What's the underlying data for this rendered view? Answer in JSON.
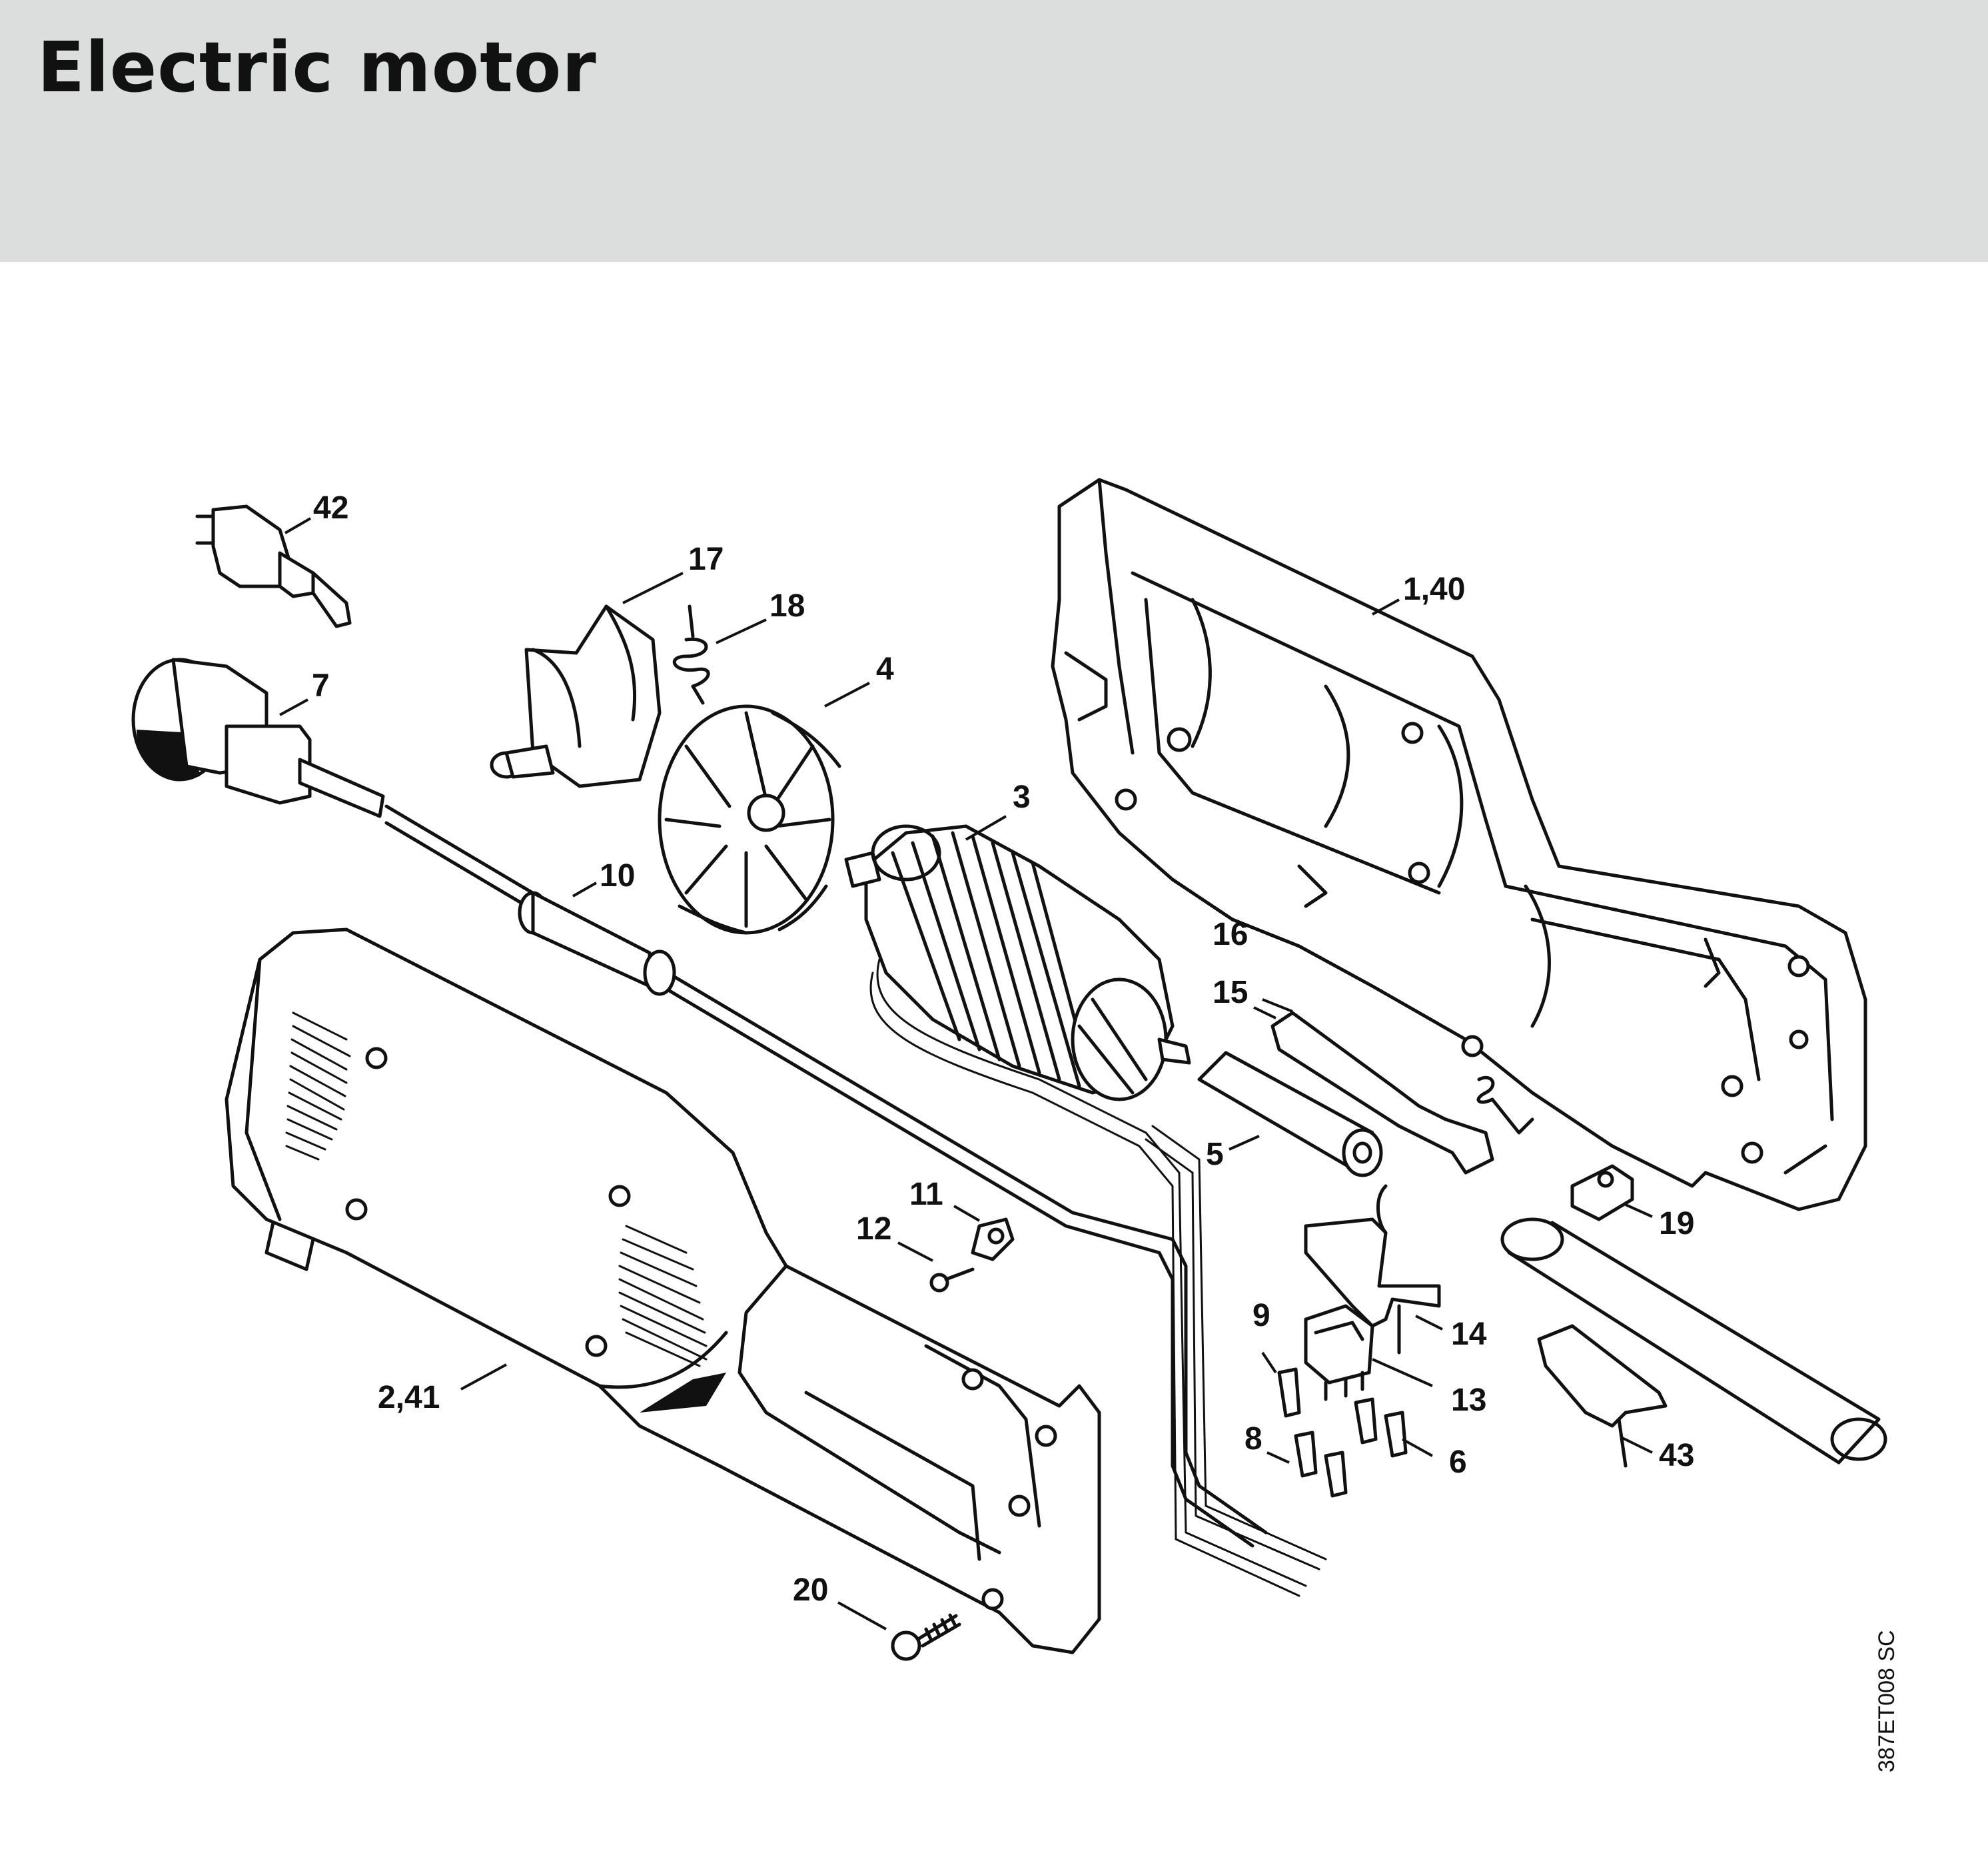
{
  "header": {
    "title": "Electric motor",
    "background": "#dcdedd"
  },
  "figure_code": "387ET008 SC",
  "callouts": {
    "c42": "42",
    "c17": "17",
    "c18": "18",
    "c4": "4",
    "c7": "7",
    "c3": "3",
    "c140": "1,40",
    "c10": "10",
    "c16": "16",
    "c15": "15",
    "c5": "5",
    "c11": "11",
    "c12": "12",
    "c19": "19",
    "c9": "9",
    "c14": "14",
    "c13": "13",
    "c241": "2,41",
    "c8": "8",
    "c6": "6",
    "c43": "43",
    "c20": "20"
  },
  "icons": {
    "plug": "power-plug-icon",
    "socket": "cable-socket-icon",
    "armature": "armature-icon",
    "fan": "fan-impeller-icon"
  }
}
